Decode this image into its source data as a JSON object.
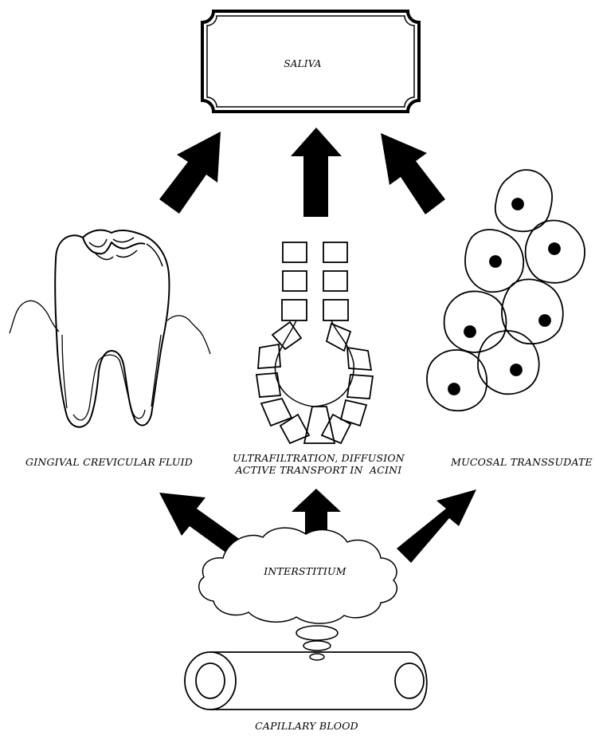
{
  "diagram": {
    "target": "SALIVA",
    "sources": {
      "gingival": "GINGIVAL CREVICULAR FLUID",
      "acini_line1": "ULTRAFILTRATION, DIFFUSION",
      "acini_line2": "ACTIVE TRANSPORT IN  ACINI",
      "mucosal": "MUCOSAL TRANSSUDATE"
    },
    "interstitium": "INTERSTITIUM",
    "capillary": "CAPILLARY BLOOD"
  },
  "colors": {
    "ink": "#000000",
    "background": "#ffffff"
  },
  "icons": [
    "tooth-icon",
    "acinus-icon",
    "mucosal-cells-icon",
    "cloud-icon",
    "capillary-tube-icon",
    "arrow-icon"
  ]
}
